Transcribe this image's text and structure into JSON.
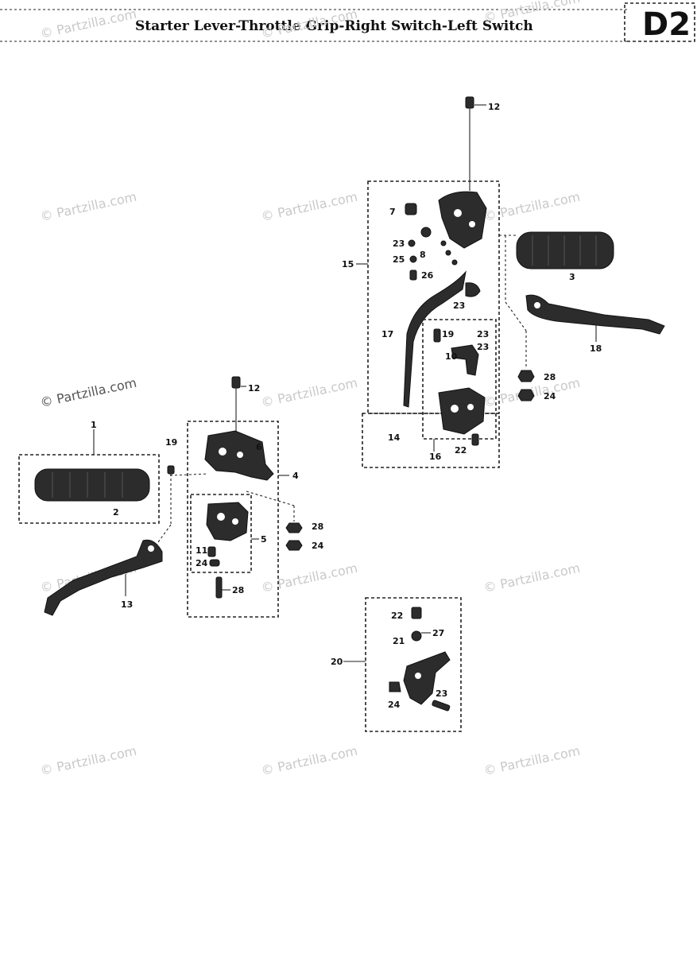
{
  "header": {
    "title": "Starter Lever-Throttle Grip-Right Switch-Left Switch",
    "code": "D2"
  },
  "watermark": {
    "text": "© Partzilla.com"
  },
  "callouts": [
    "1",
    "2",
    "3",
    "4",
    "5",
    "6",
    "7",
    "8",
    "10",
    "11",
    "12",
    "13",
    "14",
    "15",
    "16",
    "17",
    "18",
    "19",
    "20",
    "21",
    "22",
    "23",
    "24",
    "26",
    "27",
    "28"
  ]
}
